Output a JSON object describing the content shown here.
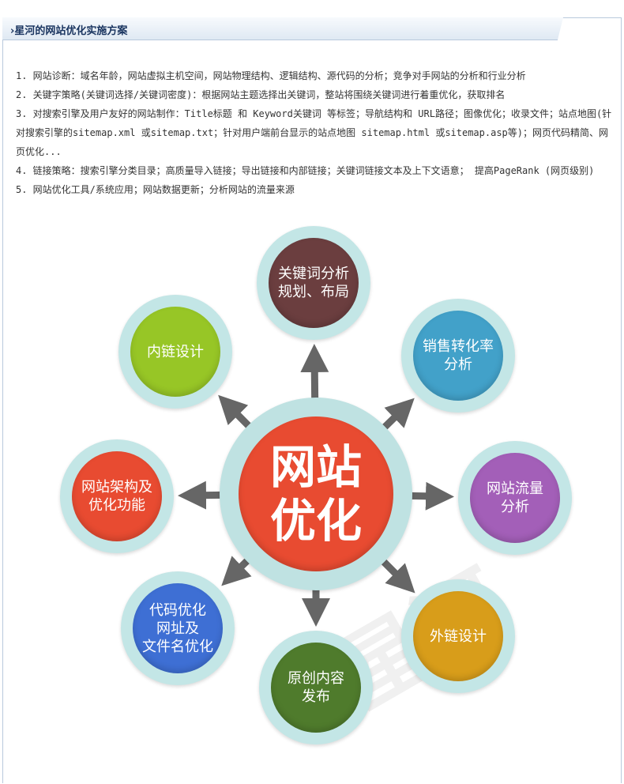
{
  "header": {
    "title": "›星河的网站优化实施方案"
  },
  "content": [
    "1. 网站诊断：域名年龄，网站虚拟主机空间，网站物理结构、逻辑结构、源代码的分析；竞争对手网站的分析和行业分析",
    "2. 关键字策略(关键词选择/关键词密度)：根据网站主题选择出关键词，整站将围绕关键词进行着重优化，获取排名",
    "3. 对搜索引擎及用户友好的网站制作：Title标题 和 Keyword关键词 等标签；导航结构和 URL路径；图像优化；收录文件；站点地图(针对搜索引擎的sitemap.xml 或sitemap.txt；针对用户端前台显示的站点地图 sitemap.html 或sitemap.asp等)；网页代码精简、网页优化...",
    "4. 链接策略：搜索引擎分类目录；高质量导入链接；导出链接和内部链接；关键词链接文本及上下文语意； 提高PageRank (网页级别)",
    "5. 网站优化工具/系统应用；网站数据更新；分析网站的流量来源"
  ],
  "diagram": {
    "center": {
      "label": "网站优化",
      "color": "#e84b31"
    },
    "nodes": [
      {
        "label": "关键词分析规划、布局",
        "color": "#6b3e3f"
      },
      {
        "label": "销售转化率分析",
        "color": "#42a1c9"
      },
      {
        "label": "网站流量分析",
        "color": "#a35fb8"
      },
      {
        "label": "外链设计",
        "color": "#d89d1a"
      },
      {
        "label": "原创内容发布",
        "color": "#4f7b2c"
      },
      {
        "label": "代码优化网址及文件名优化",
        "color": "#3e6fd4"
      },
      {
        "label": "网站架构及优化功能",
        "color": "#e84b31"
      },
      {
        "label": "内链设计",
        "color": "#97c626"
      }
    ],
    "watermark": "星河"
  }
}
